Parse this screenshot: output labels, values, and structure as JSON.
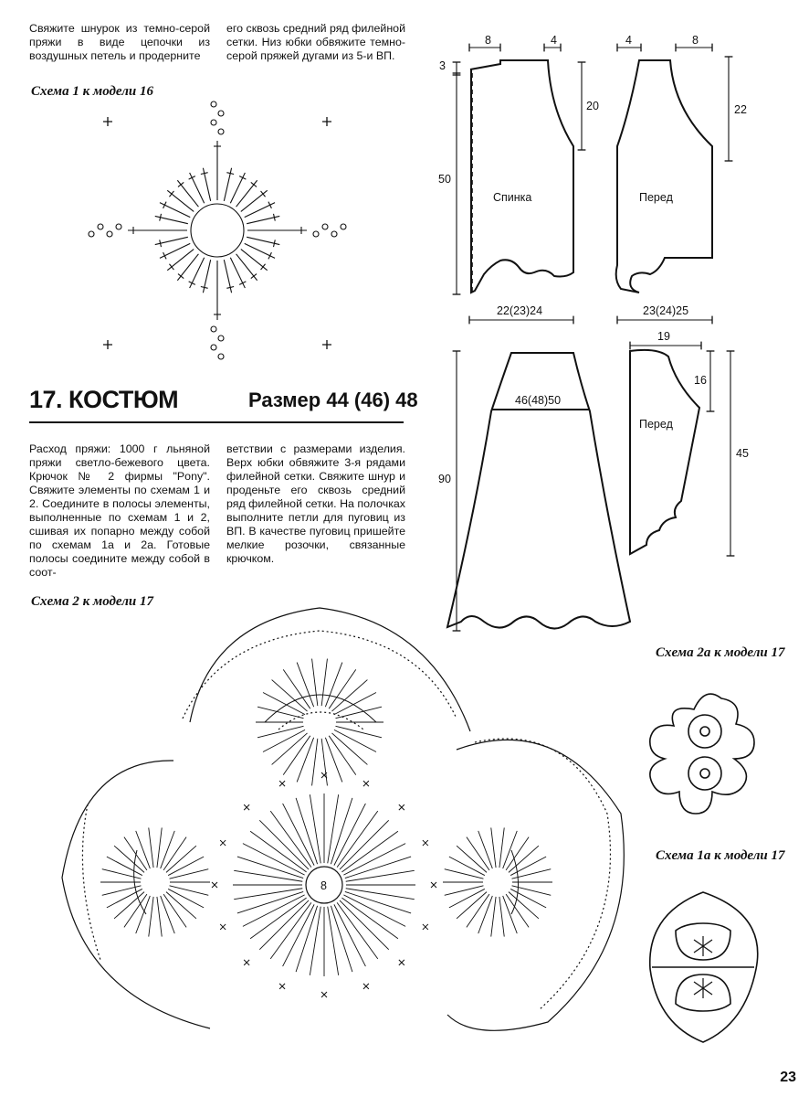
{
  "intro_text": {
    "col1": "Свяжите шнурок из темно-серой пряжи в виде цепочки из воздушных петель и продерните",
    "col2": "его сквозь средний ряд филейной сетки. Низ юбки обвяжите темно-серой пряжей дугами из 5-и ВП."
  },
  "captions": {
    "scheme1": "Схема 1 к модели 16",
    "scheme2": "Схема 2 к модели 17",
    "scheme2a": "Схема 2а к модели 17",
    "scheme1a": "Схема 1а к модели 17"
  },
  "model": {
    "title": "17. КОСТЮМ",
    "size": "Размер 44 (46) 48",
    "col1": "Расход пряжи: 1000 г льняной пряжи светло-бежевого цвета. Крючок № 2 фирмы \"Pony\". Свяжите элементы по схемам 1 и 2. Соедините в полосы элементы, выполненные по схемам 1 и 2, сшивая их попарно между собой по схемам 1а и 2а. Готовые полосы соедините между собой в соот-",
    "col2": "ветствии с размерами изделия. Верх юбки обвяжите 3-я рядами филейной сетки. Свяжите шнур и проденьте его сквозь средний ряд филейной сетки. На полочках выполните петли для пуговиц из ВП. В качестве пуговиц пришейте мелкие розочки, связанные крючком."
  },
  "patterns": {
    "back_label": "Спинка",
    "front_label": "Перед",
    "skirt_front_label": "Перед",
    "dims": {
      "back_top_left": "8",
      "back_top_right": "4",
      "front_top_left": "4",
      "front_top_right": "8",
      "shoulder_drop": "3",
      "back_length": "50",
      "back_armhole": "20",
      "front_armhole": "22",
      "back_width": "22(23)24",
      "front_width": "23(24)25",
      "skirt_length": "90",
      "skirt_waist": "46(48)50",
      "jacket_top": "19",
      "jacket_upper": "16",
      "jacket_length": "45"
    }
  },
  "motif_center_label": "8",
  "page_number": "23"
}
